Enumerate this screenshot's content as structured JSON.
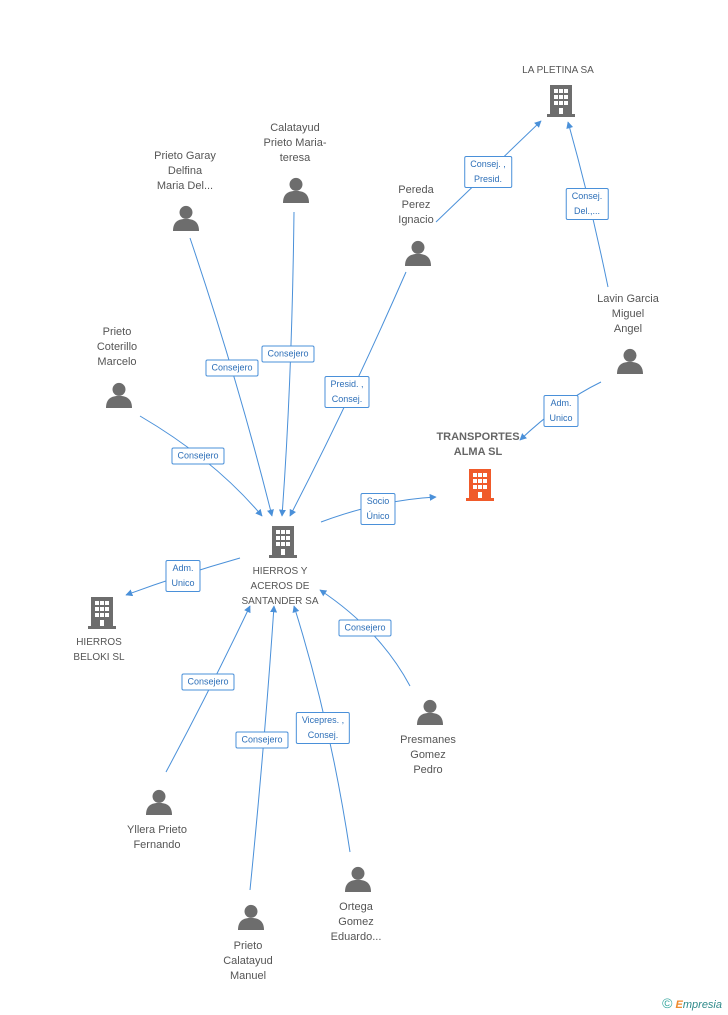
{
  "colors": {
    "edge": "#4a90d9",
    "icon": "#6d6d6d",
    "focus": "#f05a2a"
  },
  "nodes": [
    {
      "id": "hierros_aceros",
      "type": "company",
      "label": "HIERROS Y\nACEROS DE\nSANTANDER SA",
      "icon": "building-icon"
    },
    {
      "id": "transportes_alma",
      "type": "company-focus",
      "label": "TRANSPORTES\nALMA SL",
      "icon": "building-icon"
    },
    {
      "id": "la_pletina",
      "type": "company",
      "label": "LA PLETINA SA",
      "icon": "building-icon"
    },
    {
      "id": "hierros_beloki",
      "type": "company",
      "label": "HIERROS\nBELOKI SL",
      "icon": "building-icon"
    },
    {
      "id": "prieto_garay",
      "type": "person",
      "label": "Prieto Garay\nDelfina\nMaria Del...",
      "icon": "person-icon"
    },
    {
      "id": "calatayud_prieto",
      "type": "person",
      "label": "Calatayud\nPrieto Maria-\nteresa",
      "icon": "person-icon"
    },
    {
      "id": "pereda_perez",
      "type": "person",
      "label": "Pereda\nPerez\nIgnacio",
      "icon": "person-icon"
    },
    {
      "id": "lavin_garcia",
      "type": "person",
      "label": "Lavin Garcia\nMiguel\nAngel",
      "icon": "person-icon"
    },
    {
      "id": "prieto_coterillo",
      "type": "person",
      "label": "Prieto\nCoterillo\nMarcelo",
      "icon": "person-icon"
    },
    {
      "id": "presmanes",
      "type": "person",
      "label": "Presmanes\nGomez\nPedro",
      "icon": "person-icon"
    },
    {
      "id": "yllera",
      "type": "person",
      "label": "Yllera Prieto\nFernando",
      "icon": "person-icon"
    },
    {
      "id": "ortega",
      "type": "person",
      "label": "Ortega\nGomez\nEduardo...",
      "icon": "person-icon"
    },
    {
      "id": "prieto_calatayud",
      "type": "person",
      "label": "Prieto\nCalatayud\nManuel",
      "icon": "person-icon"
    }
  ],
  "edges": [
    {
      "from": "prieto_garay",
      "to": "hierros_aceros",
      "label": "Consejero"
    },
    {
      "from": "calatayud_prieto",
      "to": "hierros_aceros",
      "label": "Consejero"
    },
    {
      "from": "pereda_perez",
      "to": "hierros_aceros",
      "label": "Presid. ,\nConsej."
    },
    {
      "from": "prieto_coterillo",
      "to": "hierros_aceros",
      "label": "Consejero"
    },
    {
      "from": "pereda_perez",
      "to": "la_pletina",
      "label": "Consej. ,\nPresid."
    },
    {
      "from": "lavin_garcia",
      "to": "la_pletina",
      "label": "Consej.\nDel.,..."
    },
    {
      "from": "lavin_garcia",
      "to": "transportes_alma",
      "label": "Adm.\nUnico"
    },
    {
      "from": "hierros_aceros",
      "to": "transportes_alma",
      "label": "Socio\nÚnico"
    },
    {
      "from": "hierros_aceros",
      "to": "hierros_beloki",
      "label": "Adm.\nUnico"
    },
    {
      "from": "presmanes",
      "to": "hierros_aceros",
      "label": "Consejero"
    },
    {
      "from": "yllera",
      "to": "hierros_aceros",
      "label": "Consejero"
    },
    {
      "from": "prieto_calatayud",
      "to": "hierros_aceros",
      "label": "Consejero"
    },
    {
      "from": "ortega",
      "to": "hierros_aceros",
      "label": "Vicepres. ,\nConsej."
    }
  ],
  "brand": {
    "copyright": "©",
    "first": "E",
    "rest": "mpresia"
  }
}
